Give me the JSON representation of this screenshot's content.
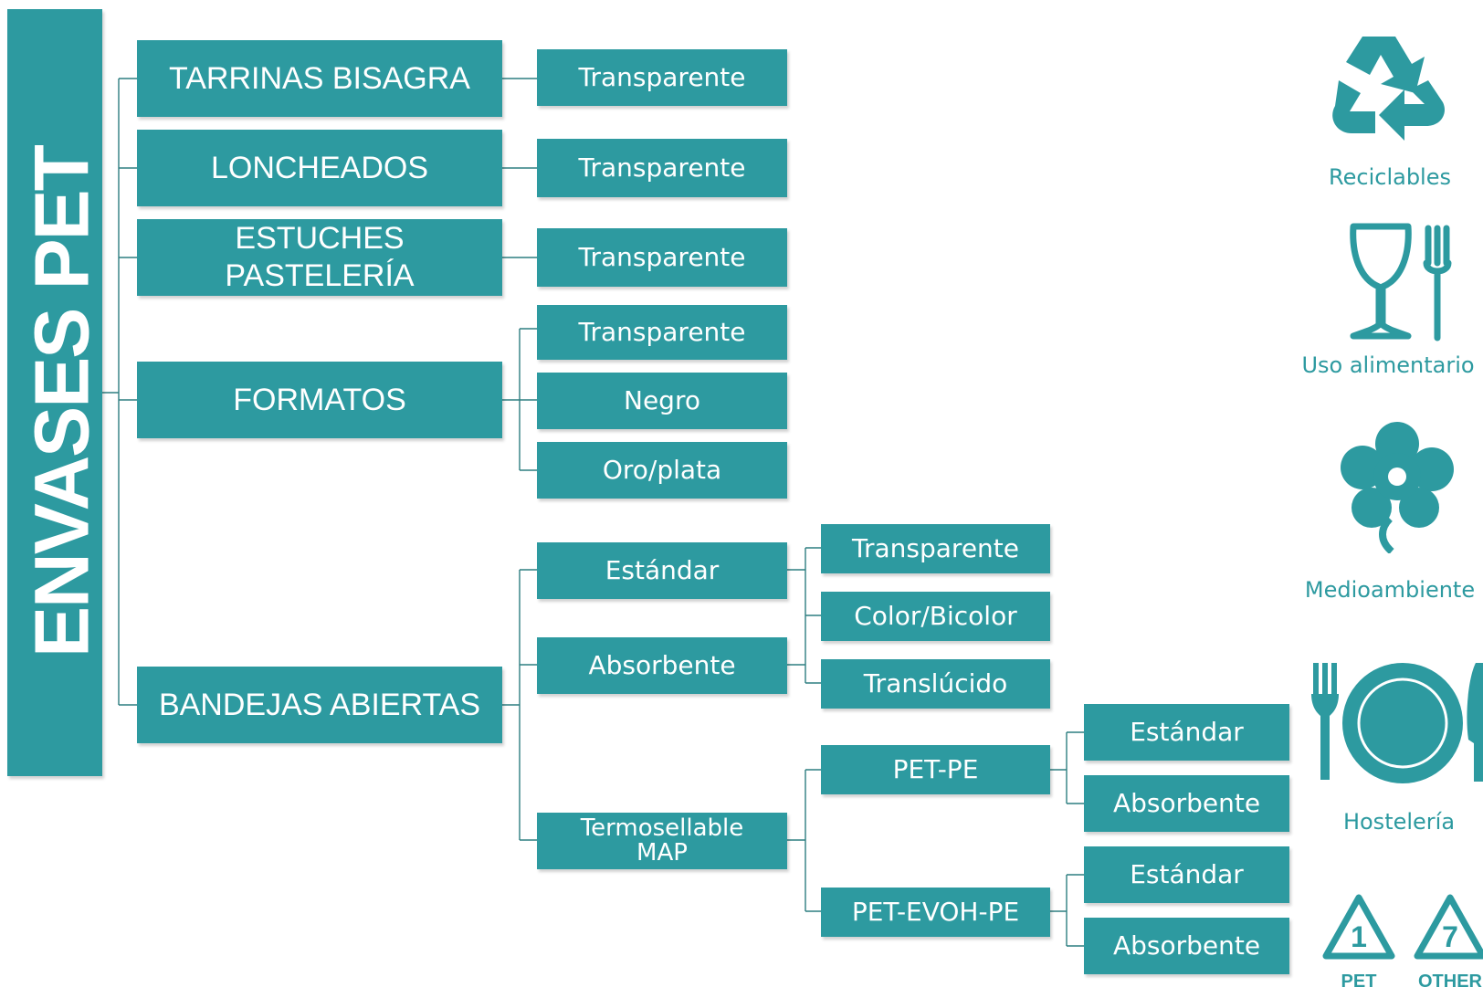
{
  "title": "ENVASES PET",
  "colors": {
    "teal": "#2d9aa0",
    "line": "#2d7e80"
  },
  "nodes": {
    "tarrinas": "TARRINAS BISAGRA",
    "loncheados": "LONCHEADOS",
    "estuches": "ESTUCHES PASTELERÍA",
    "formatos": "FORMATOS",
    "bandejas": "BANDEJAS ABIERTAS",
    "tarrinas_transparente": "Transparente",
    "loncheados_transparente": "Transparente",
    "estuches_transparente": "Transparente",
    "formatos_transparente": "Transparente",
    "formatos_negro": "Negro",
    "formatos_oro": "Oro/plata",
    "band_estandar": "Estándar",
    "band_absorbente": "Absorbente",
    "band_termosellable": "Termosellable MAP",
    "sub_transparente": "Transparente",
    "sub_color": "Color/Bicolor",
    "sub_translucido": "Translúcido",
    "pet_pe": "PET-PE",
    "pet_evoh_pe": "PET-EVOH-PE",
    "petpe_estandar": "Estándar",
    "petpe_absorbente": "Absorbente",
    "evoh_estandar": "Estándar",
    "evoh_absorbente": "Absorbente"
  },
  "features": {
    "reciclables": "Reciclables",
    "uso_alimentario": "Uso alimentario",
    "medioambiente": "Medioambiente",
    "hosteleria": "Hostelería",
    "code_pet_number": "1",
    "code_pet_label": "PET",
    "code_other_number": "7",
    "code_other_label": "OTHER"
  }
}
